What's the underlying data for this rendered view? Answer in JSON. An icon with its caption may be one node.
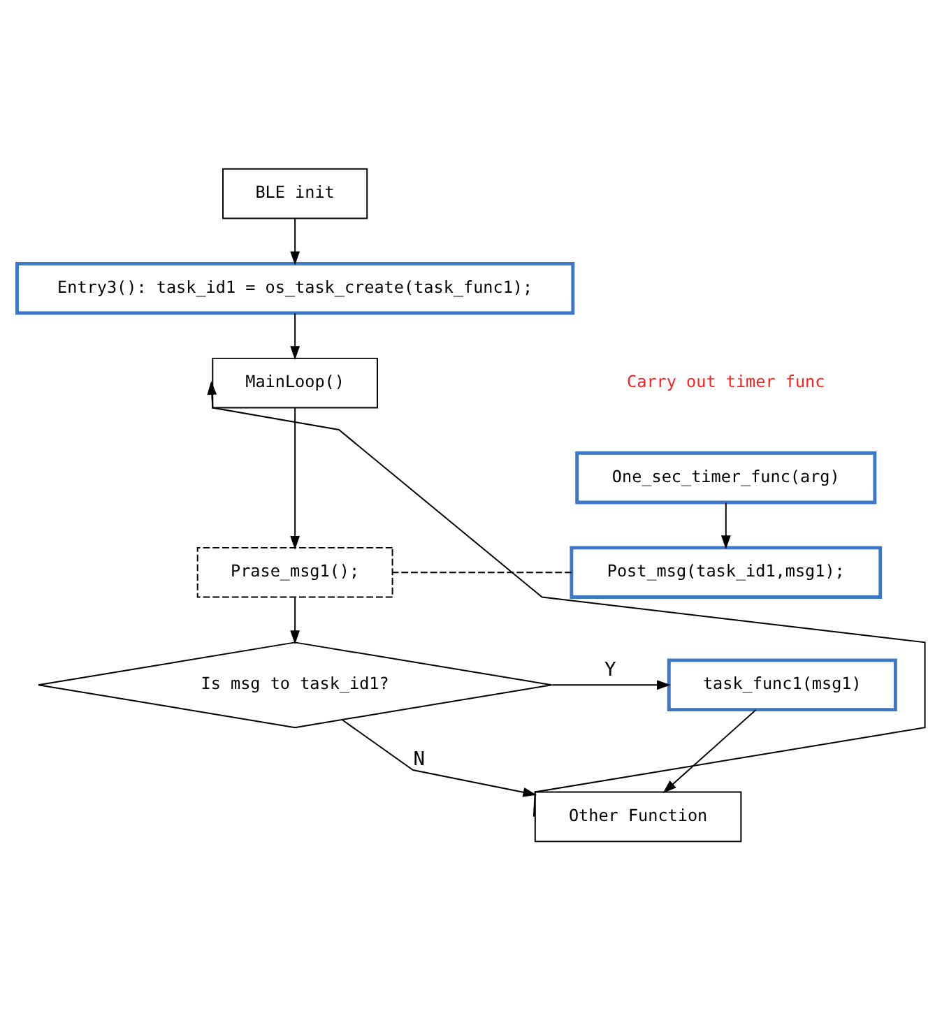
{
  "diagram": {
    "nodes": [
      {
        "text": [
          "BLE init"
        ]
      },
      {
        "text": [
          "Entry3(): task_id1 = os_task_create(task_func1);"
        ]
      },
      {
        "text": [
          "MainLoop()"
        ]
      },
      {
        "text": [
          "One_sec_timer_func(arg)"
        ],
        "beside": [
          "Carry out timer func"
        ]
      },
      {
        "text": [
          "Prase_msg1();"
        ]
      },
      {
        "text": [
          "Post_msg(task_id1,msg1);"
        ]
      },
      {
        "text": [
          "Is msg to task_id1?"
        ]
      },
      {
        "text": [
          "task_func1(msg1)"
        ]
      },
      {
        "text": [
          "Other Function"
        ]
      }
    ],
    "edges": [
      {
        "from": 0,
        "to": 1,
        "arrow": "to"
      },
      {
        "from": 1,
        "to": 2,
        "arrow": "to"
      },
      {
        "from": 2,
        "to": 4,
        "arrow": "to"
      },
      {
        "from": 3,
        "to": 5,
        "arrow": "to"
      },
      {
        "from": 5,
        "to": 4,
        "arrow": "none",
        "style": "dashed"
      },
      {
        "from": 4,
        "to": 6,
        "arrow": "to"
      },
      {
        "from": 6,
        "to": 7,
        "arrow": "to",
        "label": "Y"
      },
      {
        "from": 6,
        "to": 8,
        "arrow": "to",
        "label": "N"
      },
      {
        "from": 7,
        "to": 8,
        "arrow": "to"
      },
      {
        "from": 8,
        "to": 2,
        "arrow": "to"
      }
    ]
  }
}
